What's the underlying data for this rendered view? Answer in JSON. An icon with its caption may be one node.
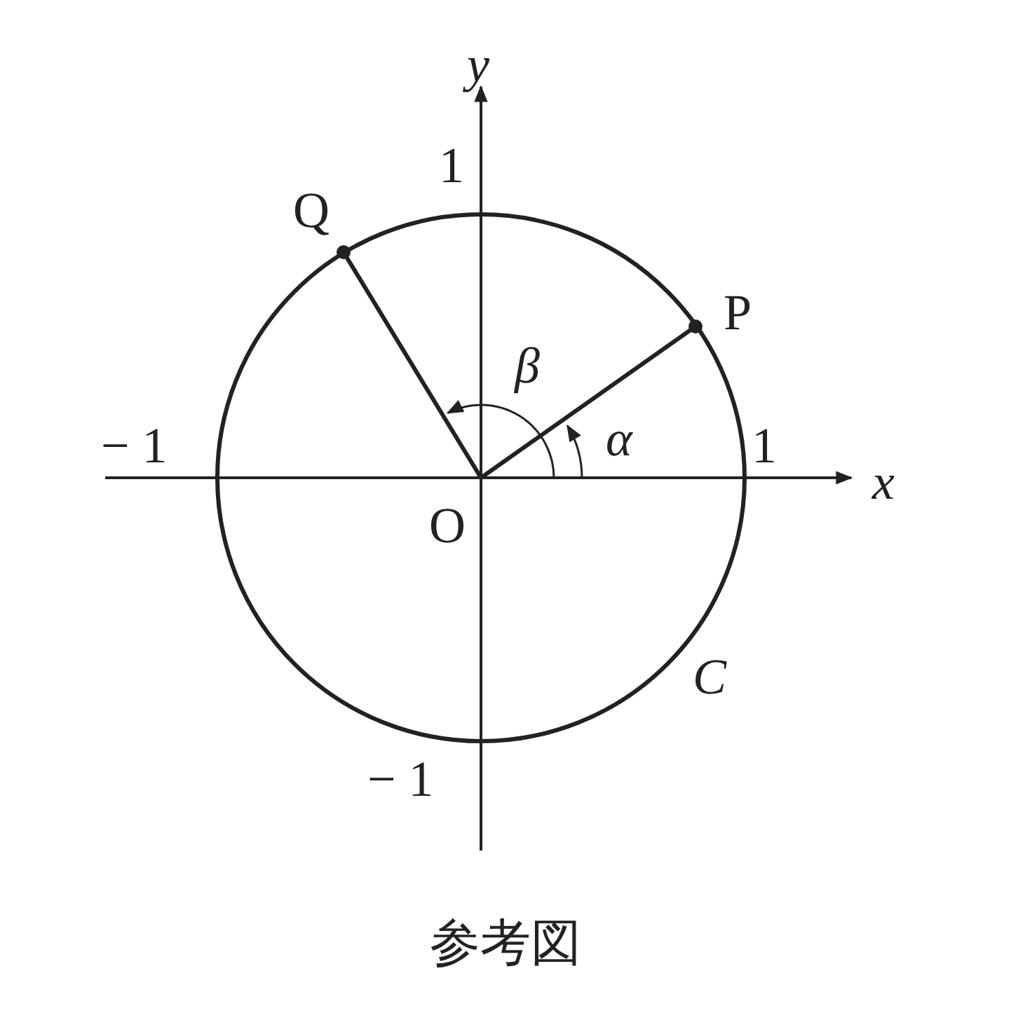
{
  "diagram": {
    "caption": "参考図",
    "nodes": [
      {
        "text": [
          "O"
        ]
      },
      {
        "text": [
          "P"
        ]
      },
      {
        "text": [
          "Q"
        ]
      }
    ],
    "edges": [
      {
        "from": 0,
        "to": 1,
        "arrow": "none"
      },
      {
        "from": 0,
        "to": 2,
        "arrow": "none"
      }
    ],
    "labels": [
      "y",
      "1",
      "− 1",
      "β",
      "α",
      "1",
      "x",
      "C",
      "− 1"
    ]
  }
}
